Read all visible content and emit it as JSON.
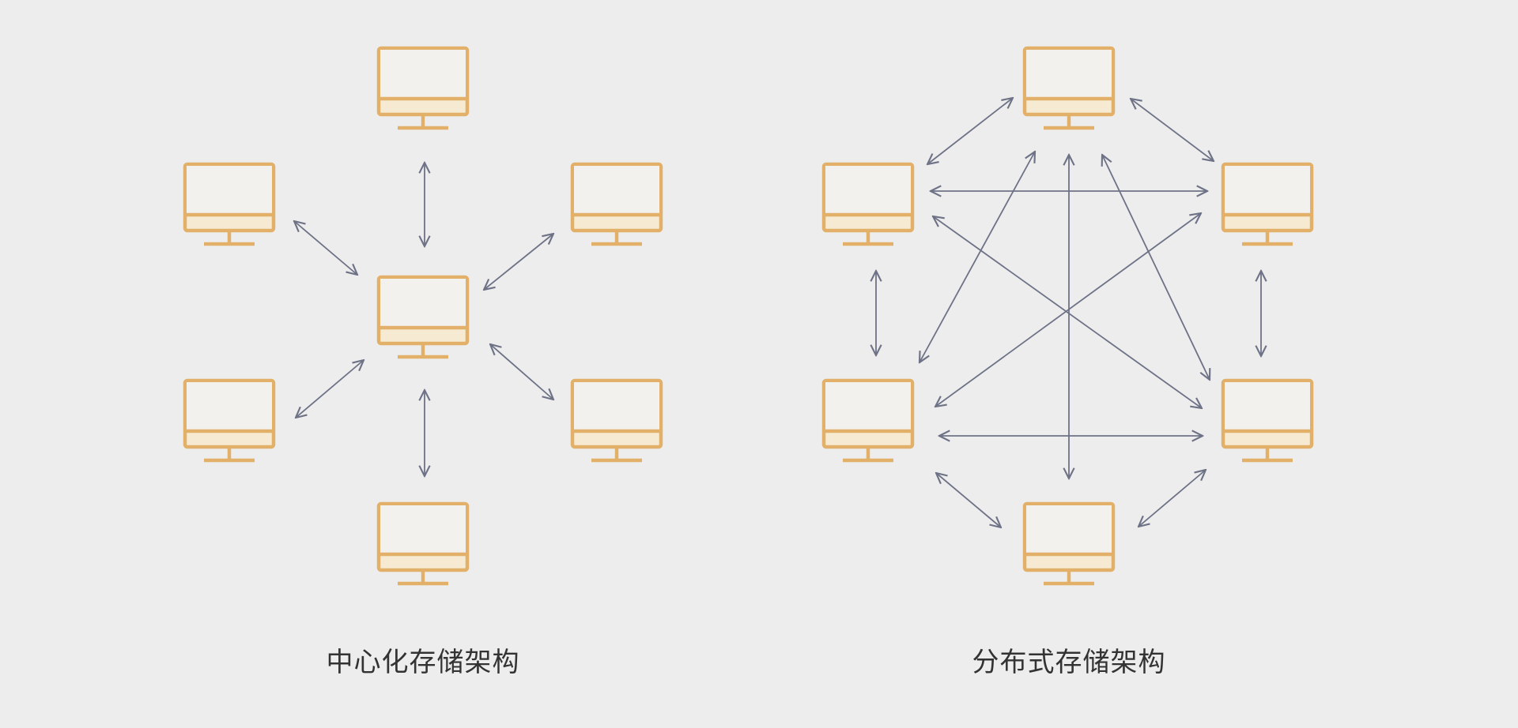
{
  "colors": {
    "background": "#ededed",
    "monitor": "#e2b068",
    "monitor_fill": "#f6ead3",
    "arrow": "#6e7286",
    "text": "#333333"
  },
  "diagrams": [
    {
      "label": "中心化存储架构",
      "topology": "star",
      "node_count": 7,
      "hub": "center"
    },
    {
      "label": "分布式存储架构",
      "topology": "mesh",
      "node_count": 6
    }
  ]
}
